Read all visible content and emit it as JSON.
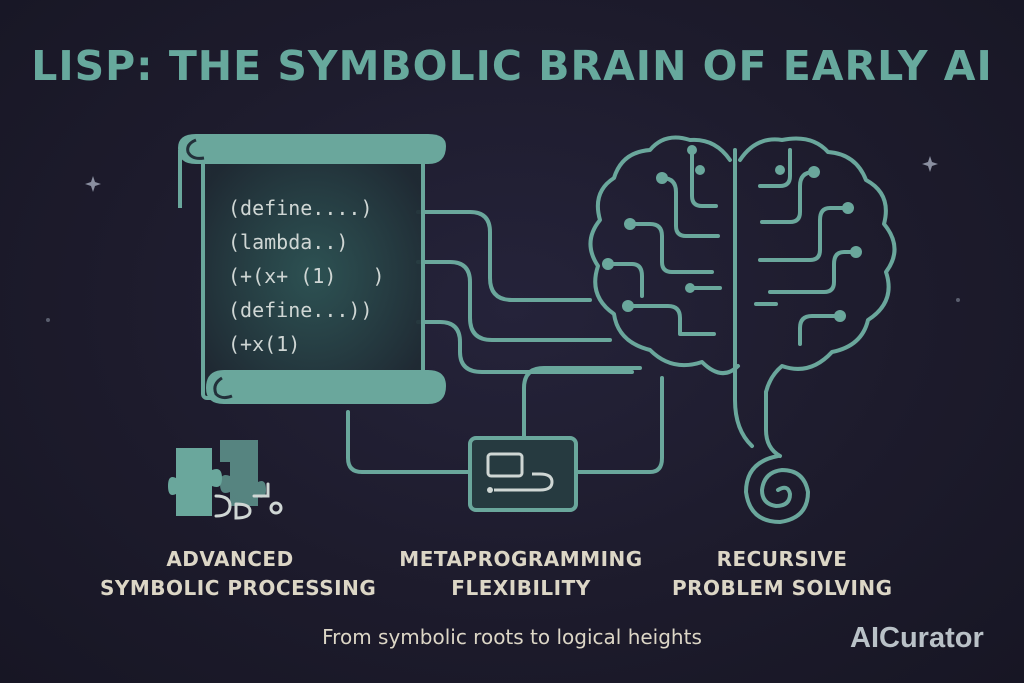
{
  "title": "LISP: THE SYMBOLIC BRAIN OF EARLY AI",
  "code_lines": [
    "(define....)",
    "(lambda..)",
    "(+(x+ (1)   )",
    "(define...))",
    "(+x(1)"
  ],
  "features": [
    {
      "line1": "ADVANCED",
      "line2": "SYMBOLIC PROCESSING",
      "icon": "puzzle-icon"
    },
    {
      "line1": "METAPROGRAMMING",
      "line2": "FLEXIBILITY",
      "icon": "computer-module-icon"
    },
    {
      "line1": "RECURSIVE",
      "line2": "PROBLEM SOLVING",
      "icon": "spiral-icon"
    }
  ],
  "tagline": "From symbolic roots to logical heights",
  "brand": "AICurator",
  "colors": {
    "accent": "#67a99d",
    "background": "#1d1b2c",
    "text": "#dcd6c6"
  }
}
